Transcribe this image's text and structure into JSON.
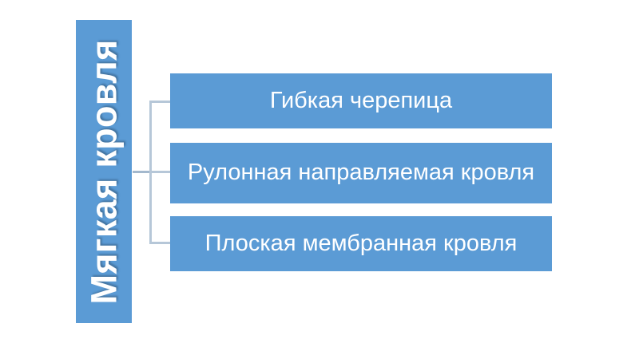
{
  "diagram": {
    "type": "hierarchy-bracket",
    "orientation": "root-left-children-right",
    "colors": {
      "box_fill": "#5B9BD5",
      "box_text": "#FFFFFF",
      "connector": "#B6C7D8",
      "background": "#FFFFFF"
    },
    "root": {
      "label": "Мягкая кровля",
      "text_orientation": "rotated-90-ccw"
    },
    "children": [
      {
        "label": "Гибкая черепица"
      },
      {
        "label": "Рулонная направляемая кровля"
      },
      {
        "label": "Плоская мембранная кровля"
      }
    ]
  }
}
